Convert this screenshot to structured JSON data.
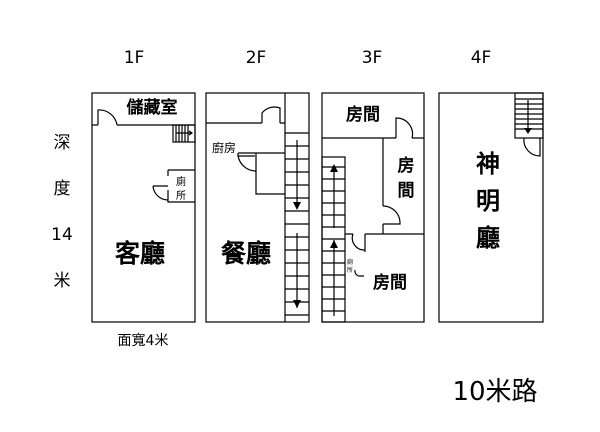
{
  "floors": [
    {
      "label": "1F",
      "rooms": {
        "storage": "儲藏室",
        "toilet_1": "廁",
        "toilet_2": "所",
        "living": "客廳"
      }
    },
    {
      "label": "2F",
      "rooms": {
        "kitchen": "廚房",
        "dining": "餐廳"
      }
    },
    {
      "label": "3F",
      "rooms": {
        "room_top": "房間",
        "room_mid_1": "房",
        "room_mid_2": "間",
        "room_bottom": "房間",
        "toilet_1": "廁",
        "toilet_2": "所"
      }
    },
    {
      "label": "4F",
      "rooms": {
        "shrine_1": "神",
        "shrine_2": "明",
        "shrine_3": "廳"
      }
    }
  ],
  "depth": {
    "c1": "深",
    "c2": "度",
    "c3": "14",
    "c4": "米"
  },
  "width_label": "面寬4米",
  "road_label": "10米路"
}
